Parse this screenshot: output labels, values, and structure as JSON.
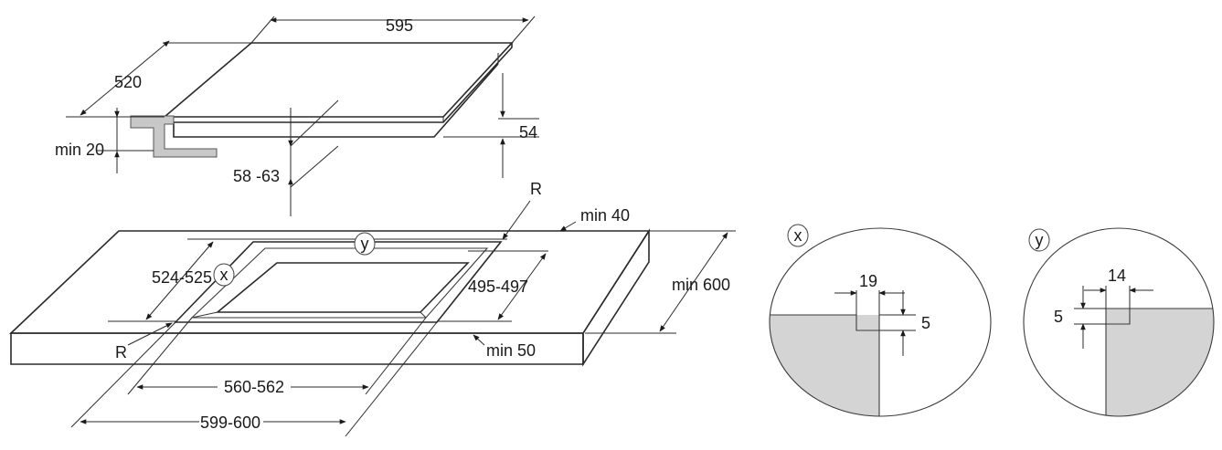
{
  "hob": {
    "width": "595",
    "depth": "520",
    "height": "54",
    "min_clearance": "min 20",
    "box_height": "58 -63"
  },
  "cutout": {
    "radius_top": "R",
    "radius_bottom": "R",
    "min_rear": "min 40",
    "min_depth": "min 600",
    "min_front": "min 50",
    "depth_outer": "524-525",
    "depth_inner": "495-497",
    "width_inner": "560-562",
    "width_outer": "599-600",
    "marker_x": "x",
    "marker_y": "y"
  },
  "detail_x": {
    "marker": "x",
    "width": "19",
    "depth": "5"
  },
  "detail_y": {
    "marker": "y",
    "width": "14",
    "depth": "5"
  },
  "colors": {
    "line": "#2a2a2a",
    "fill": "#d4d4d4",
    "background": "#ffffff"
  }
}
